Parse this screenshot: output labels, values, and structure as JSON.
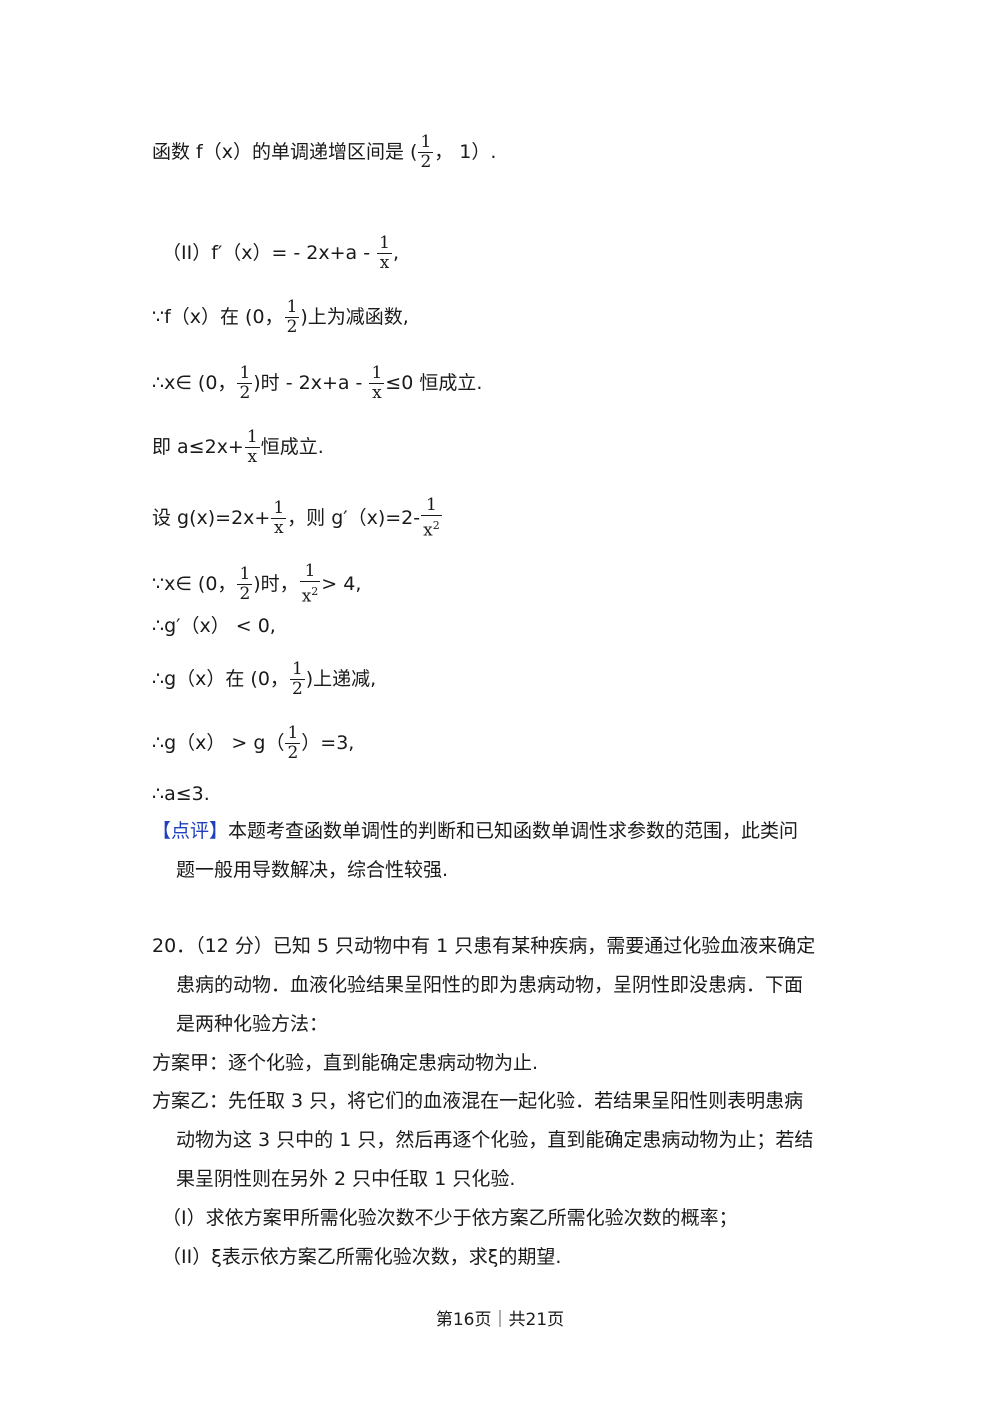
{
  "sol": {
    "l1a": "函数 f（x）的单调递增区间是 (",
    "l1f_n": "1",
    "l1f_d": "2",
    "l1b": "，  1）.",
    "l2a": "（II）f′（x）= - 2x+a -",
    "l2f_n": "1",
    "l2f_d": "x",
    "l2b": ",",
    "l3a": "∵f（x）在 (0，",
    "l3f_n": "1",
    "l3f_d": "2",
    "l3b": ")上为减函数,",
    "l4a": "∴x∈ (0，",
    "l4f1_n": "1",
    "l4f1_d": "2",
    "l4b": ")时 - 2x+a -",
    "l4f2_n": "1",
    "l4f2_d": "x",
    "l4c": "≤0 恒成立.",
    "l5a": "即 a≤2x+",
    "l5f_n": "1",
    "l5f_d": "x",
    "l5b": "恒成立.",
    "l6a": "设 g(x)=2x+",
    "l6f1_n": "1",
    "l6f1_d": "x",
    "l6b": "，则 g′（x)=2-",
    "l6f2_n": "1",
    "l6f2_d": "x",
    "l6f2_exp": "2",
    "l7a": "∵x∈ (0，",
    "l7f1_n": "1",
    "l7f1_d": "2",
    "l7b": ")时，",
    "l7f2_n": "1",
    "l7f2_d": "x",
    "l7f2_exp": "2",
    "l7c": "> 4,",
    "l8": "∴g′（x） < 0,",
    "l9a": "∴g（x）在 (0，",
    "l9f_n": "1",
    "l9f_d": "2",
    "l9b": ")上递减,",
    "l10a": "∴g（x） > g（",
    "l10f_n": "1",
    "l10f_d": "2",
    "l10b": "）=3,",
    "l11": "∴a≤3."
  },
  "comment": {
    "tag": "【点评】",
    "line1": "本题考查函数单调性的判断和已知函数单调性求参数的范围，此类问",
    "line2": "题一般用导数解决，综合性较强."
  },
  "q20": {
    "line1": "20．（12 分）已知 5 只动物中有 1 只患有某种疾病，需要通过化验血液来确定",
    "line2": "患病的动物．血液化验结果呈阳性的即为患病动物，呈阴性即没患病．下面",
    "line3": "是两种化验方法：",
    "line4": "方案甲：逐个化验，直到能确定患病动物为止.",
    "line5": "方案乙：先任取 3 只，将它们的血液混在一起化验．若结果呈阳性则表明患病",
    "line6": "动物为这 3 只中的 1 只，然后再逐个化验，直到能确定患病动物为止；若结",
    "line7": "果呈阴性则在另外 2 只中任取 1 只化验.",
    "line8": "（I）求依方案甲所需化验次数不少于依方案乙所需化验次数的概率；",
    "line9": "（II）ξ表示依方案乙所需化验次数，求ξ的期望."
  },
  "footer": "第16页｜共21页"
}
